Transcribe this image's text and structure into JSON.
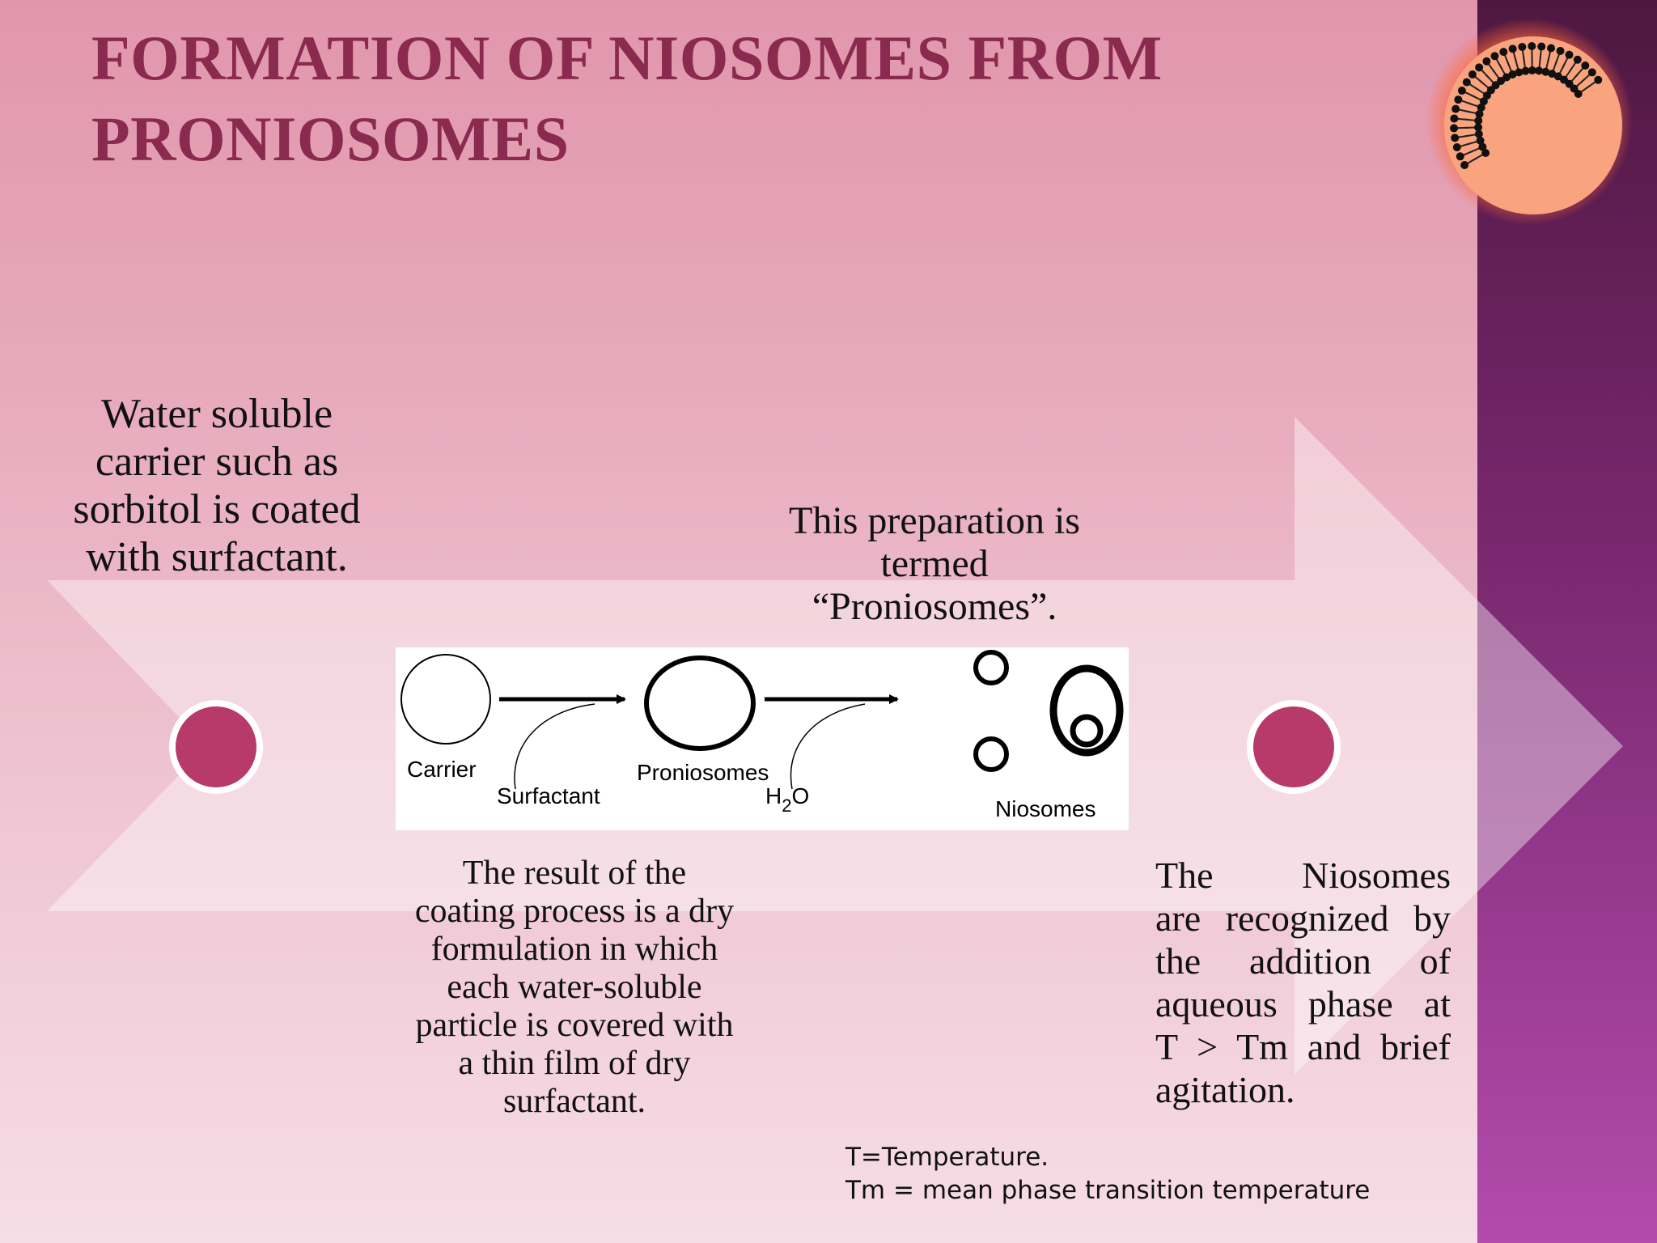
{
  "title": "FORMATION OF NIOSOMES FROM PRONIOSOMES",
  "steps": {
    "carrier_text": "Water soluble carrier such as sorbitol  is coated with surfactant.",
    "proniosome_text": "This preparation is termed “Proniosomes”.",
    "result_text": "The result of the coating process is a dry formulation in which each water-soluble particle is covered with a thin film of dry surfactant.",
    "niosome_lines": [
      "The Niosomes",
      "are recognized by",
      "the addition of",
      "aqueous phase at",
      "T > Tm and brief",
      "agitation."
    ]
  },
  "figure": {
    "carrier": "Carrier",
    "surfactant": "Surfactant",
    "proniosomes": "Proniosomes",
    "water": "H",
    "water_sub": "2",
    "water_o": "O",
    "niosomes": "Niosomes"
  },
  "legend": {
    "t": "T=Temperature.",
    "tm": "Tm = mean phase transition temperature"
  },
  "colors": {
    "title": "#8a2a4f",
    "dot": "#b83a6a",
    "band_top": "#4e1740",
    "band_bottom": "#b34bac"
  }
}
